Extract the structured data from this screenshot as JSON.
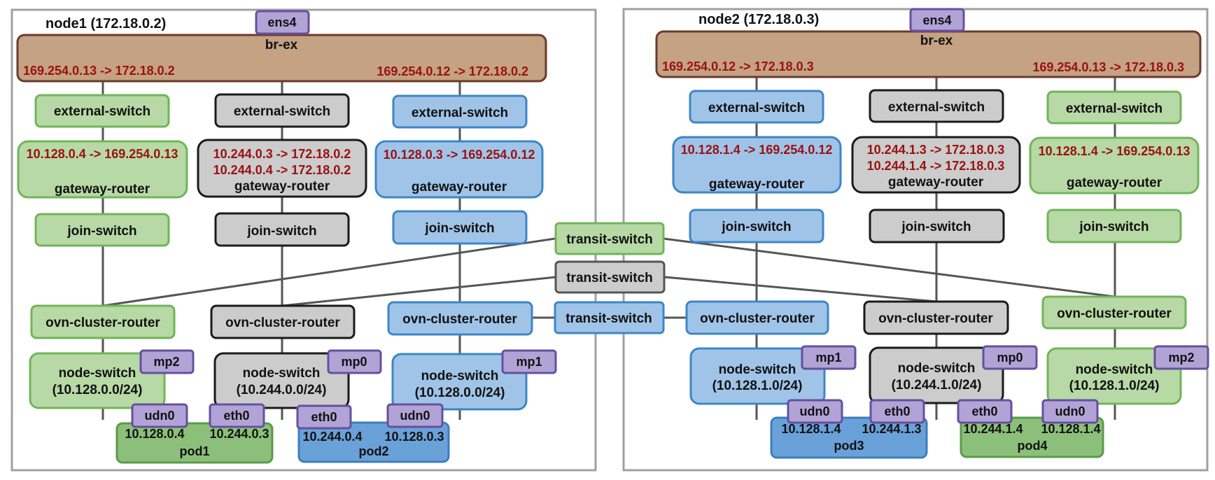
{
  "colors": {
    "green_fill": "#b7d9a5",
    "green_stroke": "#72b45a",
    "gray_fill": "#cccccc",
    "gray_stroke": "#1a1a1a",
    "blue_fill": "#a0c4e8",
    "blue_stroke": "#3d86c6",
    "brex_fill": "#c4a283",
    "brex_stroke": "#6b3b2a",
    "iface_fill": "#b2a3d6",
    "iface_stroke": "#65509e",
    "pod_green_fill": "#8cc07a",
    "pod_green_stroke": "#5a9b49",
    "pod_blue_fill": "#6aa1d8",
    "pod_blue_stroke": "#3d7dc0",
    "route_text": "#9b1010"
  },
  "node1": {
    "title": "node1 (172.18.0.2)",
    "ens4": "ens4",
    "br_ex": "br-ex",
    "route_left": "169.254.0.13 -> 172.18.0.2",
    "route_right": "169.254.0.12 -> 172.18.0.2",
    "green": {
      "external_switch": "external-switch",
      "gw_route1": "10.128.0.4 -> 169.254.0.13",
      "gateway_router": "gateway-router",
      "join_switch": "join-switch",
      "ovn_cluster_router": "ovn-cluster-router",
      "node_switch_line1": "node-switch",
      "node_switch_line2": "(10.128.0.0/24)",
      "mp": "mp2"
    },
    "gray": {
      "external_switch": "external-switch",
      "gw_route1": "10.244.0.3 -> 172.18.0.2",
      "gw_route2": "10.244.0.4 -> 172.18.0.2",
      "gateway_router": "gateway-router",
      "join_switch": "join-switch",
      "ovn_cluster_router": "ovn-cluster-router",
      "node_switch_line1": "node-switch",
      "node_switch_line2": "(10.244.0.0/24)",
      "mp": "mp0"
    },
    "blue": {
      "external_switch": "external-switch",
      "gw_route1": "10.128.0.3 -> 169.254.0.12",
      "gateway_router": "gateway-router",
      "join_switch": "join-switch",
      "ovn_cluster_router": "ovn-cluster-router",
      "node_switch_line1": "node-switch",
      "node_switch_line2": "(10.128.0.0/24)",
      "mp": "mp1"
    },
    "pod1": {
      "name": "pod1",
      "iface_a": "udn0",
      "iface_b": "eth0",
      "ip_a": "10.128.0.4",
      "ip_b": "10.244.0.3"
    },
    "pod2": {
      "name": "pod2",
      "iface_a": "eth0",
      "iface_b": "udn0",
      "ip_a": "10.244.0.4",
      "ip_b": "10.128.0.3"
    }
  },
  "transit": {
    "green": "transit-switch",
    "gray": "transit-switch",
    "blue": "transit-switch"
  },
  "node2": {
    "title": "node2 (172.18.0.3)",
    "ens4": "ens4",
    "br_ex": "br-ex",
    "route_left": "169.254.0.12 -> 172.18.0.3",
    "route_right": "169.254.0.13 -> 172.18.0.3",
    "blue": {
      "external_switch": "external-switch",
      "gw_route1": "10.128.1.4 -> 169.254.0.12",
      "gateway_router": "gateway-router",
      "join_switch": "join-switch",
      "ovn_cluster_router": "ovn-cluster-router",
      "node_switch_line1": "node-switch",
      "node_switch_line2": "(10.128.1.0/24)",
      "mp": "mp1"
    },
    "gray": {
      "external_switch": "external-switch",
      "gw_route1": "10.244.1.3 -> 172.18.0.3",
      "gw_route2": "10.244.1.4 -> 172.18.0.3",
      "gateway_router": "gateway-router",
      "join_switch": "join-switch",
      "ovn_cluster_router": "ovn-cluster-router",
      "node_switch_line1": "node-switch",
      "node_switch_line2": "(10.244.1.0/24)",
      "mp": "mp0"
    },
    "green": {
      "external_switch": "external-switch",
      "gw_route1": "10.128.1.4 -> 169.254.0.13",
      "gateway_router": "gateway-router",
      "join_switch": "join-switch",
      "ovn_cluster_router": "ovn-cluster-router",
      "node_switch_line1": "node-switch",
      "node_switch_line2": "(10.128.1.0/24)",
      "mp": "mp2"
    },
    "pod3": {
      "name": "pod3",
      "iface_a": "udn0",
      "iface_b": "eth0",
      "ip_a": "10.128.1.4",
      "ip_b": "10.244.1.3"
    },
    "pod4": {
      "name": "pod4",
      "iface_a": "eth0",
      "iface_b": "udn0",
      "ip_a": "10.244.1.4",
      "ip_b": "10.128.1.4"
    }
  }
}
